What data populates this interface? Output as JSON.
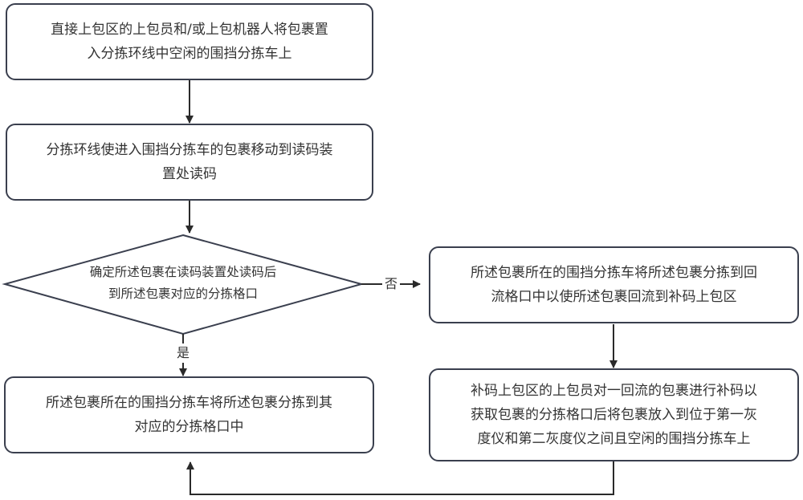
{
  "diagram": {
    "type": "flowchart",
    "nodes": {
      "step1": {
        "shape": "rounded-rect",
        "lines": [
          "直接上包区的上包员和/或上包机器人将包裹置",
          "入分拣环线中空闲的围挡分拣车上"
        ]
      },
      "step2": {
        "shape": "rounded-rect",
        "lines": [
          "分拣环线使进入围挡分拣车的包裹移动到读码装",
          "置处读码"
        ]
      },
      "decision": {
        "shape": "diamond",
        "lines": [
          "确定所述包裹在读码装置处读码后",
          "到所述包裹对应的分拣格口"
        ]
      },
      "yes_step": {
        "shape": "rounded-rect",
        "lines": [
          "所述包裹所在的围挡分拣车将所述包裹分拣到其",
          "对应的分拣格口中"
        ]
      },
      "no_step": {
        "shape": "rounded-rect",
        "lines": [
          "所述包裹所在的围挡分拣车将所述包裹分拣到回",
          "流格口中以使所述包裹回流到补码上包区"
        ]
      },
      "recode_step": {
        "shape": "rounded-rect",
        "lines": [
          "补码上包区的上包员对一回流的包裹进行补码以",
          "获取包裹的分拣格口后将包裹放入到位于第一灰",
          "度仪和第二灰度仪之间且空闲的围挡分拣车上"
        ]
      }
    },
    "edges": [
      {
        "from": "step1",
        "to": "step2",
        "label": ""
      },
      {
        "from": "step2",
        "to": "decision",
        "label": ""
      },
      {
        "from": "decision",
        "to": "yes_step",
        "label": "是"
      },
      {
        "from": "decision",
        "to": "no_step",
        "label": "否"
      },
      {
        "from": "no_step",
        "to": "recode_step",
        "label": ""
      },
      {
        "from": "recode_step",
        "to": "yes_step",
        "label": ""
      }
    ],
    "colors": {
      "stroke": "#3a3f4e",
      "text": "#333333",
      "fill": "#ffffff"
    }
  }
}
